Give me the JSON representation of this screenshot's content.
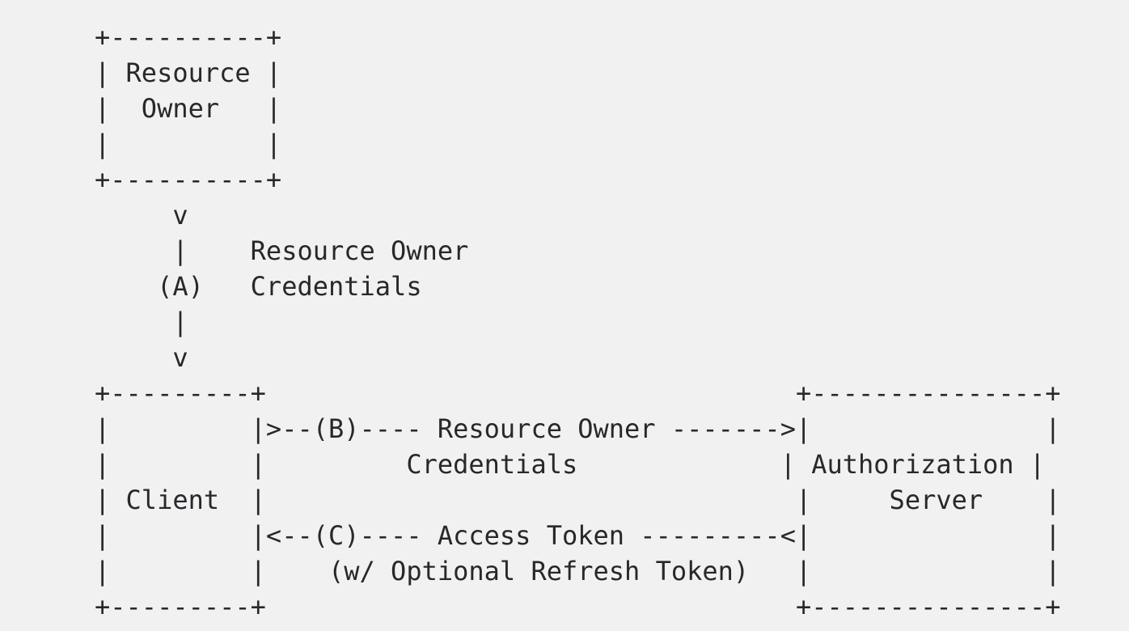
{
  "colors": {
    "background": "#f1f1f2",
    "text": "#28282b"
  },
  "diagram": {
    "type": "ascii-flow-diagram",
    "lines": [
      "+----------+",
      "| Resource |",
      "|  Owner   |",
      "|          |",
      "+----------+",
      "     v",
      "     |    Resource Owner",
      "    (A)   Credentials",
      "     |",
      "     v",
      "+---------+                                  +---------------+",
      "|         |>--(B)---- Resource Owner ------->|               |",
      "|         |         Credentials             | Authorization |",
      "| Client  |                                  |     Server    |",
      "|         |<--(C)---- Access Token ---------<|               |",
      "|         |    (w/ Optional Refresh Token)   |               |",
      "+---------+                                  +---------------+"
    ],
    "entities": {
      "top_box": "Resource Owner",
      "left_box": "Client",
      "right_box": "Authorization Server"
    },
    "steps": [
      {
        "id": "(A)",
        "label": "Resource Owner Credentials",
        "from": "Resource Owner",
        "to": "Client"
      },
      {
        "id": "(B)",
        "label": "Resource Owner Credentials",
        "from": "Client",
        "to": "Authorization Server"
      },
      {
        "id": "(C)",
        "label": "Access Token (w/ Optional Refresh Token)",
        "from": "Authorization Server",
        "to": "Client"
      }
    ]
  }
}
